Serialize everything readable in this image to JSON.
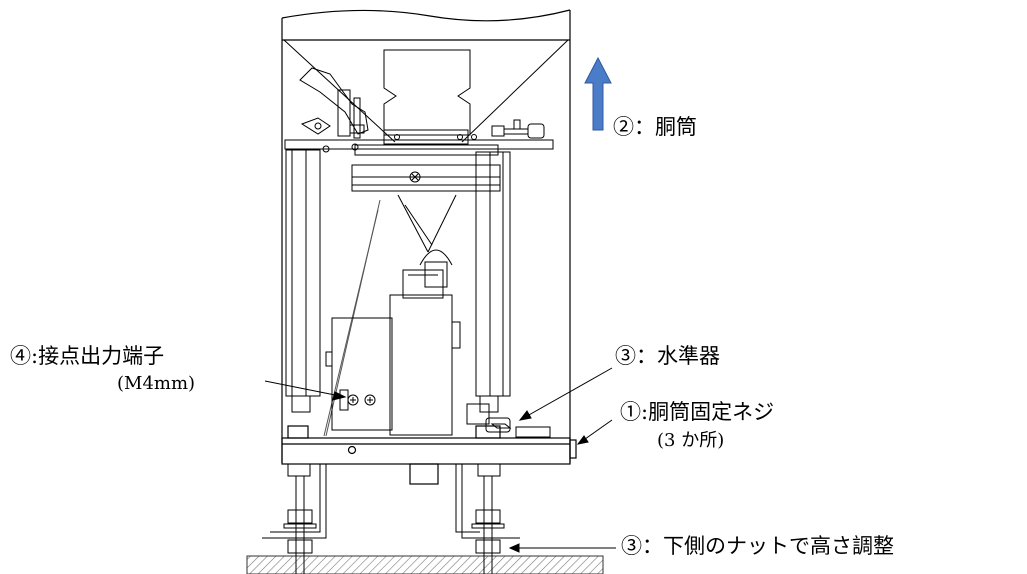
{
  "labels": {
    "barrel": "②：胴筒",
    "terminal": "④:接点出力端子",
    "terminal_size": "(M4mm)",
    "level": "③：水準器",
    "fix_screw": "①:胴筒固定ネジ",
    "fix_screw_count": "(3 か所)",
    "height_adjust": "③：下側のナットで高さ調整"
  },
  "colors": {
    "arrow": "#4a7cc7",
    "line": "#000000",
    "ground_hatch": "#7a7a7a"
  }
}
